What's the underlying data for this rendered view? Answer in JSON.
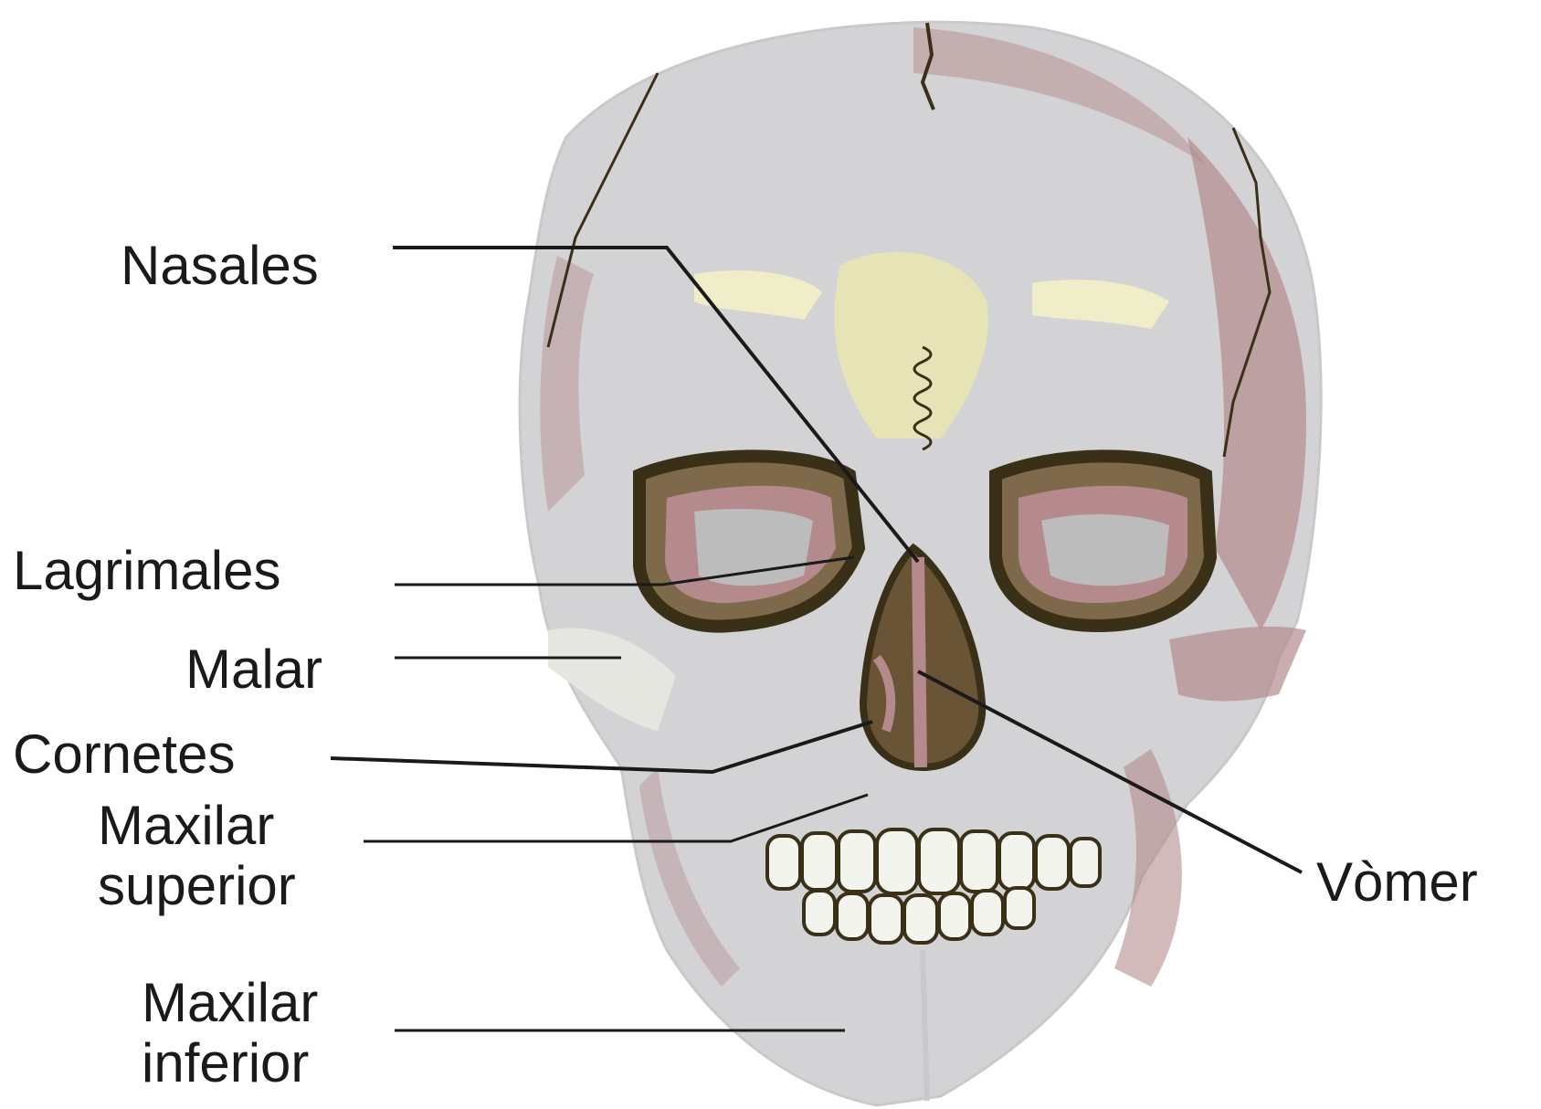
{
  "figure": {
    "labels": {
      "nasales": "Nasales",
      "lagrimales": "Lagrimales",
      "malar": "Malar",
      "cornetes": "Cornetes",
      "maxilar_superior": [
        "Maxilar",
        "superior"
      ],
      "maxilar_inferior": [
        "Maxilar",
        "inferior"
      ],
      "vomer": "Vòmer"
    }
  },
  "colors": {
    "bone": "#d3d3d5",
    "bone_light": "#e6e6e0",
    "shadow_pink": "#b48a8c",
    "highlight_yellow": "#e8e6b4",
    "outline": "#3a3018",
    "leader_line": "#1a1a1a",
    "text": "#1a1a1a"
  }
}
